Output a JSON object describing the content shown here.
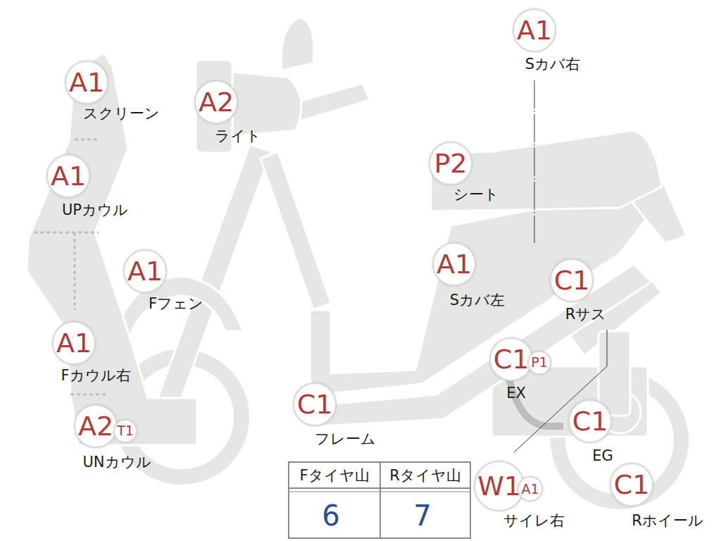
{
  "diagram": {
    "nodes": [
      {
        "text": [
          "A1",
          "スクリーン"
        ]
      },
      {
        "text": [
          "A2",
          "ライト"
        ]
      },
      {
        "text": [
          "A1",
          "Sカバ右"
        ]
      },
      {
        "text": [
          "A1",
          "UPカウル"
        ]
      },
      {
        "text": [
          "P2",
          "シート"
        ]
      },
      {
        "text": [
          "A1",
          "Fフェン"
        ]
      },
      {
        "text": [
          "A1",
          "Sカバ左"
        ]
      },
      {
        "text": [
          "C1",
          "Rサス"
        ]
      },
      {
        "text": [
          "A1",
          "Fカウル右"
        ]
      },
      {
        "text": [
          "C1",
          "EX"
        ]
      },
      {
        "text": [
          "P1"
        ]
      },
      {
        "text": [
          "A2",
          "UNカウル"
        ]
      },
      {
        "text": [
          "T1"
        ]
      },
      {
        "text": [
          "C1",
          "フレーム"
        ]
      },
      {
        "text": [
          "C1",
          "EG"
        ]
      },
      {
        "text": [
          "W1",
          "サイレ右"
        ]
      },
      {
        "text": [
          "A1"
        ]
      },
      {
        "text": [
          "C1",
          "Rホイール"
        ]
      }
    ],
    "labels": [
      "Fタイヤ山",
      "Rタイヤ山",
      "6",
      "7"
    ]
  }
}
